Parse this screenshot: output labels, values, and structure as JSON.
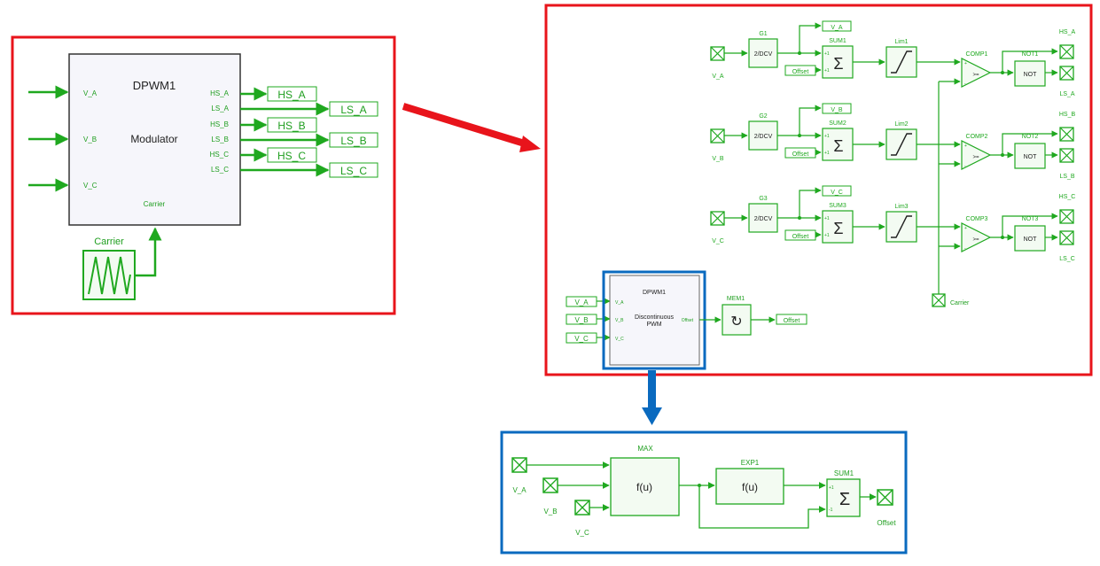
{
  "colors": {
    "wire": "#1fa81f",
    "text_green": "#1f9e1f",
    "red": "#e8141b",
    "blue": "#0a6abf",
    "block_fill": "#f6f6fb",
    "green_fill": "#f3fbf2"
  },
  "dpwm_top": {
    "title": "DPWM1",
    "subtitle": "Modulator",
    "inputs": [
      "V_A",
      "V_B",
      "V_C"
    ],
    "outputs": [
      "HS_A",
      "LS_A",
      "HS_B",
      "LS_B",
      "HS_C",
      "LS_C"
    ],
    "carrier_port": "Carrier",
    "labels": [
      "HS_A",
      "LS_A",
      "HS_B",
      "LS_B",
      "HS_C",
      "LS_C"
    ],
    "carrier_block": "Carrier"
  },
  "inner": {
    "phases": [
      {
        "in": "V_A",
        "gain": "G1",
        "gain_text": "2/DCV",
        "vlabel": "V_A",
        "sum": "SUM1",
        "offset": "Offset",
        "lim": "Lim1",
        "comp": "COMP1",
        "not": "NOT1",
        "not_text": "NOT",
        "hs": "HS_A",
        "ls": "LS_A"
      },
      {
        "in": "V_B",
        "gain": "G2",
        "gain_text": "2/DCV",
        "vlabel": "V_B",
        "sum": "SUM2",
        "offset": "Offset",
        "lim": "Lim2",
        "comp": "COMP2",
        "not": "NOT2",
        "not_text": "NOT",
        "hs": "HS_B",
        "ls": "LS_B"
      },
      {
        "in": "V_C",
        "gain": "G3",
        "gain_text": "2/DCV",
        "vlabel": "V_C",
        "sum": "SUM3",
        "offset": "Offset",
        "lim": "Lim3",
        "comp": "COMP3",
        "not": "NOT3",
        "not_text": "NOT",
        "hs": "HS_C",
        "ls": "LS_C"
      }
    ],
    "carrier": "Carrier",
    "comp_text": ">=",
    "sum_symbol": "Σ",
    "sum_ports": [
      "+1",
      "+1"
    ],
    "comp_ports": [
      "+",
      "-"
    ],
    "dpwm": {
      "title": "DPWM1",
      "text1": "Discontinuous",
      "text2": "PWM",
      "inputs": [
        "V_A",
        "V_B",
        "V_C"
      ],
      "input_ports": [
        "V_A",
        "V_B",
        "V_C"
      ],
      "output_port": "Offset"
    },
    "mem": {
      "label": "MEM1",
      "symbol": "↻"
    },
    "offset_out": "Offset"
  },
  "bottom": {
    "inputs": [
      "V_A",
      "V_B",
      "V_C"
    ],
    "max": {
      "label": "MAX",
      "text": "f(u)"
    },
    "exp": {
      "label": "EXP1",
      "text": "f(u)"
    },
    "sum": {
      "label": "SUM1",
      "symbol": "Σ",
      "ports": [
        "+1",
        "-1"
      ]
    },
    "output": "Offset"
  }
}
